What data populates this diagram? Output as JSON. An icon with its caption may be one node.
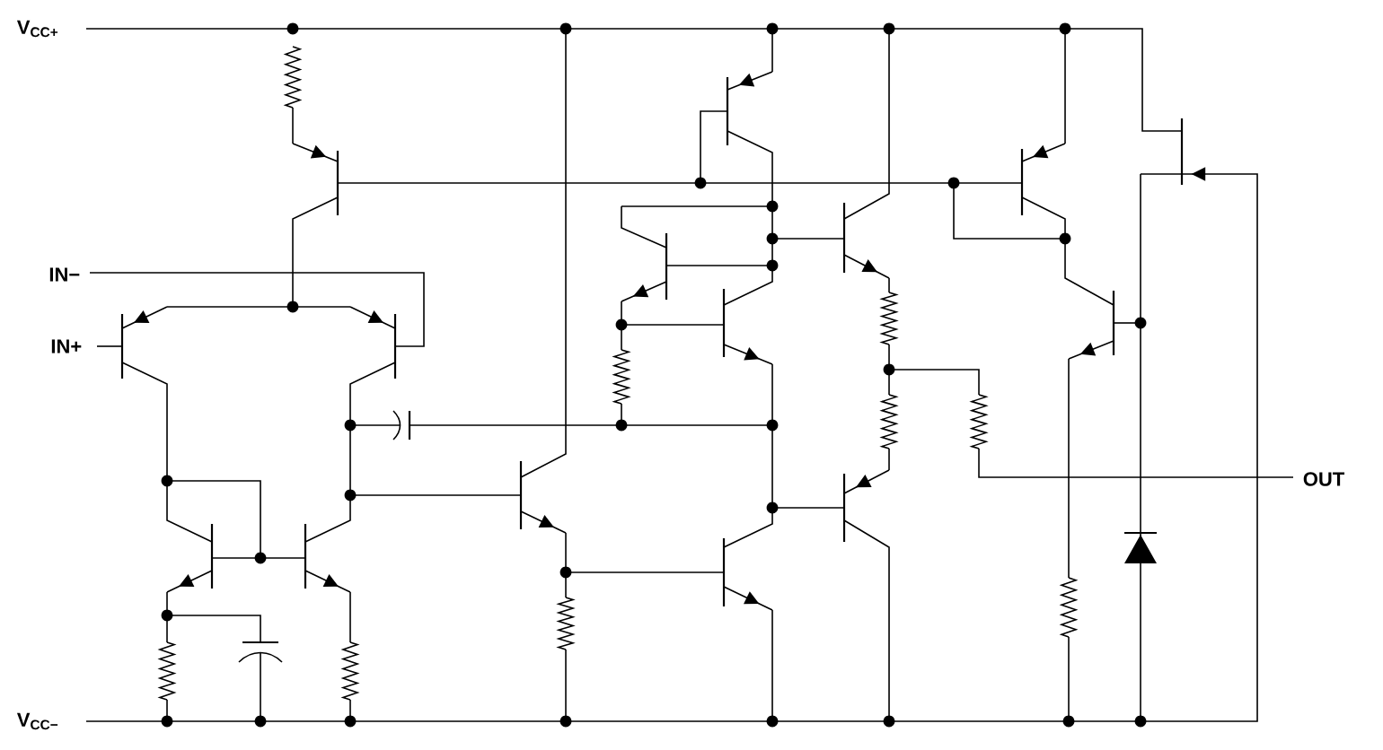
{
  "diagram": {
    "labels": [
      "V$_{CC+}$",
      "IN−",
      "IN+",
      "OUT",
      "V$_{CC−}$"
    ]
  }
}
